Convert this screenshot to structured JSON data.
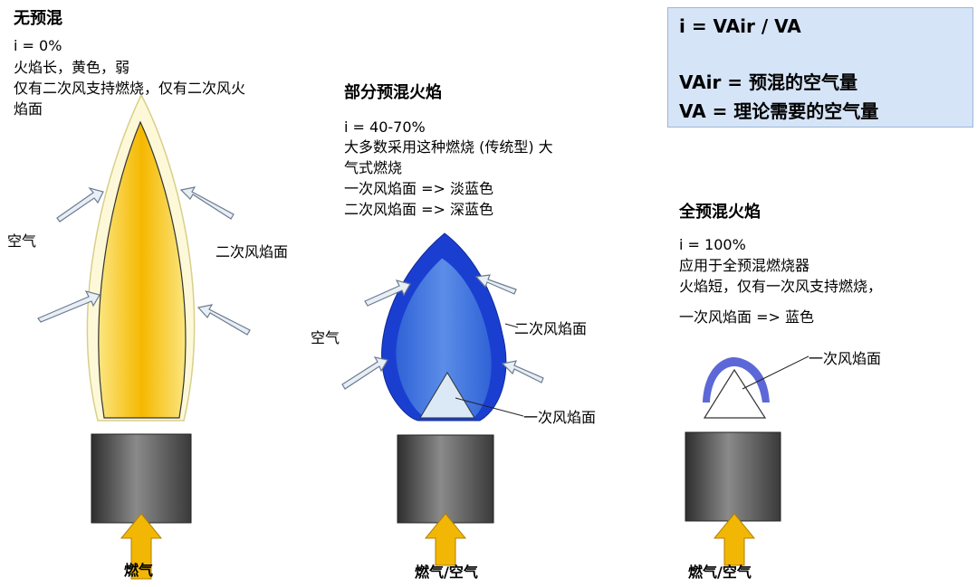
{
  "panels": {
    "no_premix": {
      "title": "无预混",
      "ratio": "i = 0%",
      "lines": [
        "火焰长，黄色，弱",
        "仅有二次风支持燃烧，仅有二次风火",
        "焰面"
      ],
      "air_label": "空气",
      "secondary_label": "二次风焰面",
      "fuel_label": "燃气"
    },
    "partial_premix": {
      "title": "部分预混火焰",
      "ratio": "i = 40-70%",
      "lines": [
        "大多数采用这种燃烧 (传统型) 大",
        "气式燃烧",
        "一次风焰面 => 淡蓝色",
        "二次风焰面 => 深蓝色"
      ],
      "air_label": "空气",
      "secondary_label": "二次风焰面",
      "primary_label": "一次风焰面",
      "fuel_label": "燃气/空气"
    },
    "full_premix": {
      "title": "全预混火焰",
      "ratio": "i = 100%",
      "lines": [
        "应用于全预混燃烧器",
        "火焰短，仅有一次风支持燃烧，"
      ],
      "primary_line": "一次风焰面 => 蓝色",
      "primary_label": "一次风焰面",
      "fuel_label": "燃气/空气"
    }
  },
  "formula": {
    "line1": "i = VAir / VA",
    "line2": "VAir = 预混的空气量",
    "line3": "VA = 理论需要的空气量"
  },
  "colors": {
    "yellow_flame": "#f5c518",
    "blue_outer": "#1a3fd0",
    "blue_inner": "#3f7be0",
    "burner": "#555555",
    "fuel_arrow": "#f2b705",
    "formula_bg": "#d6e4f7"
  }
}
